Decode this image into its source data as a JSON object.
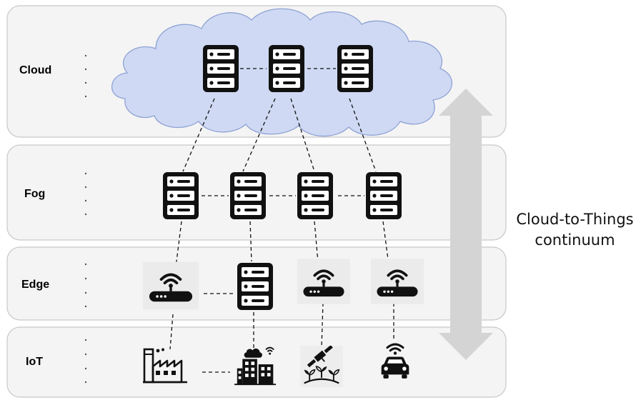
{
  "layers": [
    {
      "id": "cloud",
      "label": "Cloud"
    },
    {
      "id": "fog",
      "label": "Fog"
    },
    {
      "id": "edge",
      "label": "Edge"
    },
    {
      "id": "iot",
      "label": "IoT"
    }
  ],
  "continuum": {
    "line1": "Cloud-to-Things",
    "line2": "continuum"
  },
  "nodes": {
    "cloud": [
      "server-icon",
      "server-icon",
      "server-icon"
    ],
    "fog": [
      "server-icon",
      "server-icon",
      "server-icon",
      "server-icon"
    ],
    "edge": [
      "wifi-router-icon",
      "server-icon",
      "wifi-router-icon",
      "wifi-router-icon"
    ],
    "iot": [
      "factory-icon",
      "smart-city-icon",
      "smart-farm-icon",
      "connected-car-icon"
    ]
  },
  "colors": {
    "panel_fill": "#f4f4f4",
    "panel_stroke": "#c8c8c8",
    "cloud_fill": "#cfd9f3",
    "cloud_stroke": "#8ea2d4",
    "arrow": "#d4d4d4",
    "icon": "#111111",
    "tile_bg": "#ebebeb"
  }
}
